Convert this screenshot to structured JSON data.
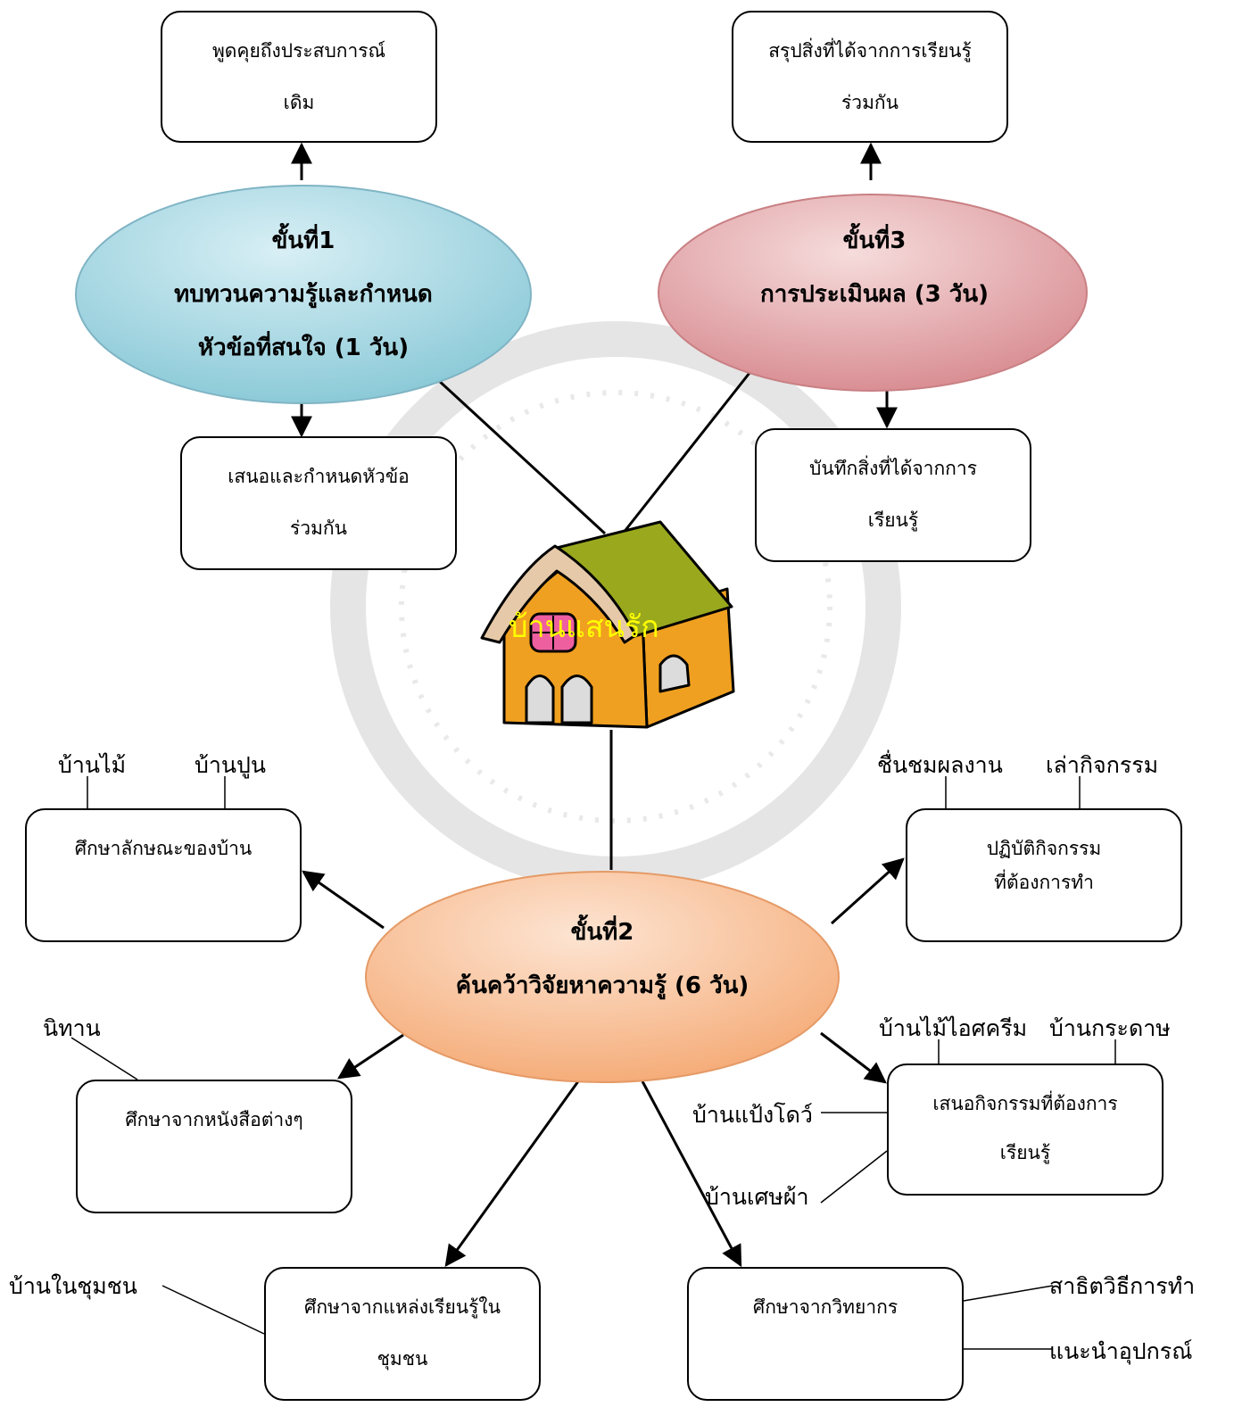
{
  "center": {
    "title": "บ้านแสนรัก"
  },
  "stage1": {
    "line1": "ขั้นที่1",
    "line2": "ทบทวนความรู้และกำหนด",
    "line3": "หัวข้อที่สนใจ (1 วัน)"
  },
  "stage2": {
    "line1": "ขั้นที่2",
    "line2": "ค้นคว้าวิจัยหาความรู้ (6 วัน)"
  },
  "stage3": {
    "line1": "ขั้นที่3",
    "line2": "การประเมินผล (3 วัน)"
  },
  "boxes": {
    "talk_experience": {
      "line1": "พูดคุยถึงประสบการณ์",
      "line2": "เดิม"
    },
    "propose_topic": {
      "line1": "เสนอและกำหนดหัวข้อ",
      "line2": "ร่วมกัน"
    },
    "summarize": {
      "line1": "สรุปสิ่งที่ได้จากการเรียนรู้",
      "line2": "ร่วมกัน"
    },
    "record": {
      "line1": "บันทึกสิ่งที่ได้จากการ",
      "line2": "เรียนรู้"
    },
    "study_house_types": {
      "line1": "ศึกษาลักษณะของบ้าน",
      "line2": ""
    },
    "do_activity": {
      "line1": "ปฏิบัติกิจกรรม",
      "line2": "ที่ต้องการทำ"
    },
    "study_books": {
      "line1": "ศึกษาจากหนังสือต่างๆ",
      "line2": ""
    },
    "propose_activity": {
      "line1": "เสนอกิจกรรมที่ต้องการ",
      "line2": "เรียนรู้"
    },
    "study_community": {
      "line1": "ศึกษาจากแหล่งเรียนรู้ใน",
      "line2": "ชุมชน"
    },
    "study_expert": {
      "line1": "ศึกษาจากวิทยากร",
      "line2": ""
    }
  },
  "labels": {
    "wood_house": "บ้านไม้",
    "concrete_house": "บ้านปูน",
    "admire_work": "ชื่นชมผลงาน",
    "tell_activity": "เล่ากิจกรรม",
    "tale": "นิทาน",
    "icecream_house": "บ้านไม้ไอศครีม",
    "paper_house": "บ้านกระดาษ",
    "dough_house": "บ้านแป้งโดว์",
    "cloth_house": "บ้านเศษผ้า",
    "community_house": "บ้านในชุมชน",
    "demo_method": "สาธิตวิธีการทำ",
    "recommend_tools": "แนะนำอุปกรณ์"
  },
  "colors": {
    "stage1_fill": "#9fd3df",
    "stage2_fill": "#f7b98a",
    "stage3_fill": "#e3a0a4",
    "house_walls": "#f0a020",
    "house_roof": "#9aa81e",
    "house_title": "#ffff00"
  }
}
